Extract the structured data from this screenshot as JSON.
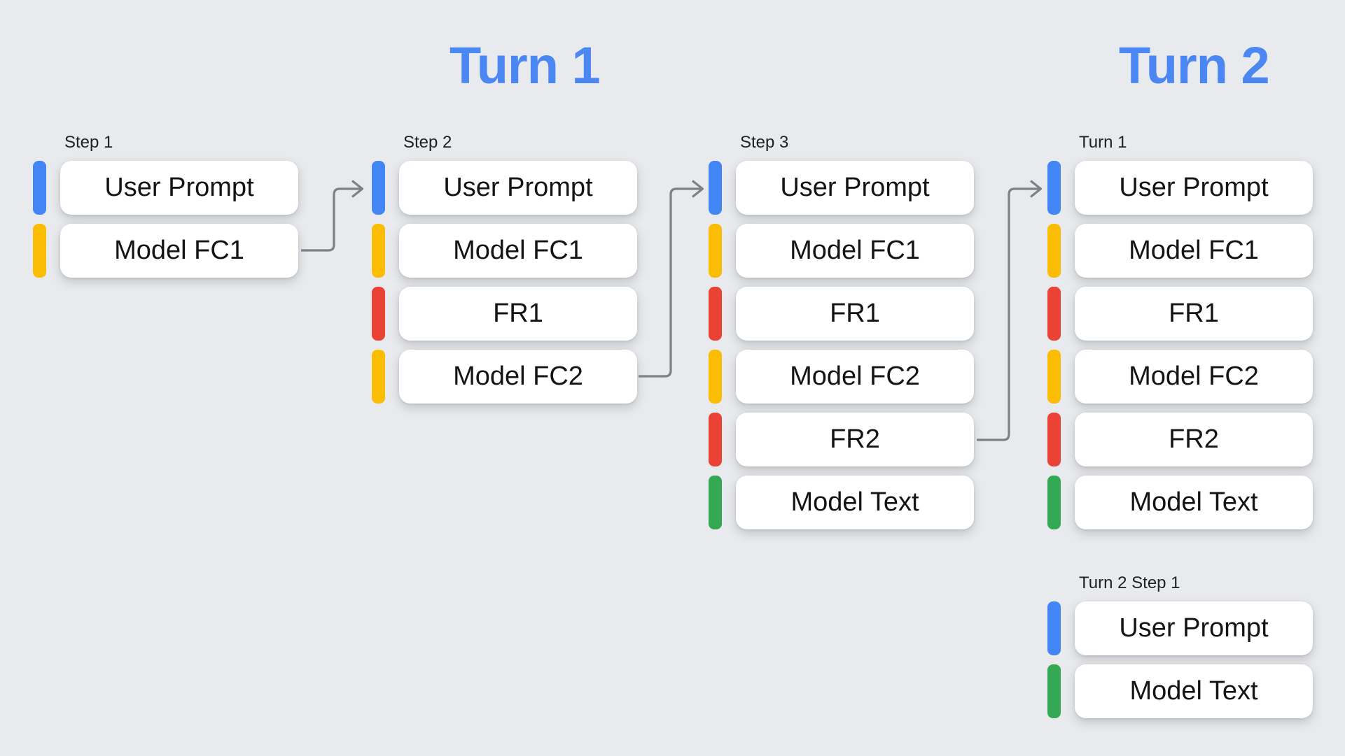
{
  "titles": {
    "turn1": "Turn 1",
    "turn2": "Turn 2"
  },
  "colors": {
    "background": "#e8eaed",
    "title_blue": "#4b87f2",
    "user_prompt": "#4285f4",
    "model_fc": "#fbbc04",
    "function_response": "#ea4335",
    "model_text": "#34a853",
    "arrow": "#7d8186",
    "card_bg": "#ffffff",
    "label_text": "#202124",
    "card_text": "#141414"
  },
  "columns": [
    {
      "label": "Step 1",
      "items": [
        {
          "kind": "user_prompt",
          "label": "User Prompt"
        },
        {
          "kind": "model_fc",
          "label": "Model FC1"
        }
      ]
    },
    {
      "label": "Step 2",
      "items": [
        {
          "kind": "user_prompt",
          "label": "User Prompt"
        },
        {
          "kind": "model_fc",
          "label": "Model FC1"
        },
        {
          "kind": "function_response",
          "label": "FR1"
        },
        {
          "kind": "model_fc",
          "label": "Model FC2"
        }
      ]
    },
    {
      "label": "Step 3",
      "items": [
        {
          "kind": "user_prompt",
          "label": "User Prompt"
        },
        {
          "kind": "model_fc",
          "label": "Model FC1"
        },
        {
          "kind": "function_response",
          "label": "FR1"
        },
        {
          "kind": "model_fc",
          "label": "Model FC2"
        },
        {
          "kind": "function_response",
          "label": "FR2"
        },
        {
          "kind": "model_text",
          "label": "Model Text"
        }
      ]
    },
    {
      "label": "Turn 1",
      "items": [
        {
          "kind": "user_prompt",
          "label": "User Prompt"
        },
        {
          "kind": "model_fc",
          "label": "Model FC1"
        },
        {
          "kind": "function_response",
          "label": "FR1"
        },
        {
          "kind": "model_fc",
          "label": "Model FC2"
        },
        {
          "kind": "function_response",
          "label": "FR2"
        },
        {
          "kind": "model_text",
          "label": "Model Text"
        }
      ]
    },
    {
      "label": "Turn 2 Step 1",
      "items": [
        {
          "kind": "user_prompt",
          "label": "User Prompt"
        },
        {
          "kind": "model_text",
          "label": "Model Text"
        }
      ]
    }
  ],
  "arrows": [
    {
      "from": "Step 1 Model FC1",
      "to": "Step 2 User Prompt"
    },
    {
      "from": "Step 2 Model FC2",
      "to": "Step 3 User Prompt"
    },
    {
      "from": "Step 3 FR2",
      "to": "Turn 1 User Prompt"
    }
  ]
}
